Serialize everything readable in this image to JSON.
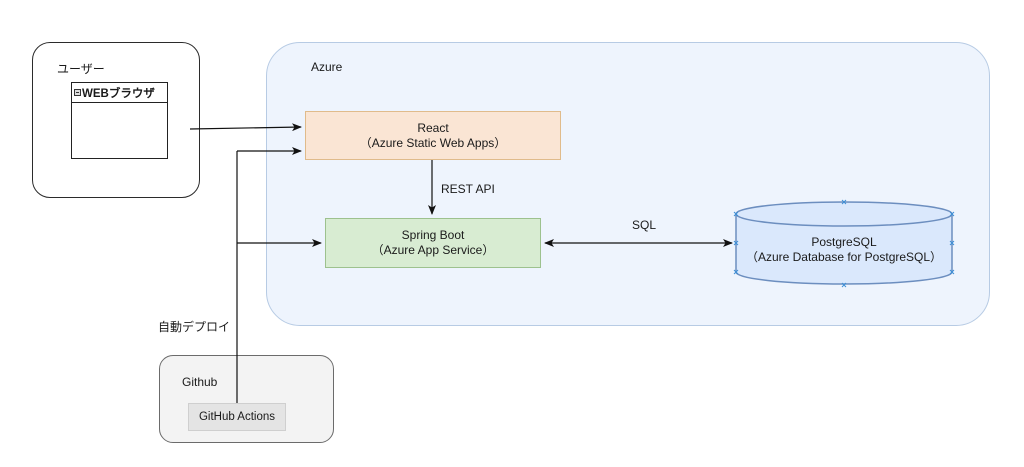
{
  "regions": {
    "user": {
      "label": "ユーザー"
    },
    "azure": {
      "label": "Azure"
    },
    "github": {
      "label": "Github"
    }
  },
  "browser": {
    "title": "WEBブラウザ",
    "icon": "minimize-icon"
  },
  "nodes": {
    "react": {
      "line1": "React",
      "line2": "（Azure Static Web Apps）"
    },
    "spring": {
      "line1": "Spring Boot",
      "line2": "（Azure App Service）"
    },
    "postgres": {
      "line1": "PostgreSQL",
      "line2": "（Azure Database for PostgreSQL）"
    },
    "github_actions": {
      "label": "GitHub Actions"
    }
  },
  "edges": {
    "rest_api": "REST API",
    "sql": "SQL",
    "auto_deploy": "自動デプロイ"
  },
  "colors": {
    "azure_fill": "#eef4fd",
    "azure_stroke": "#b7cbe4",
    "react_fill": "#fae5d4",
    "react_stroke": "#e0bb8b",
    "spring_fill": "#d8ecd2",
    "spring_stroke": "#9dc18e",
    "db_fill": "#dae8fc",
    "db_stroke": "#6c8ebf",
    "github_fill": "#f3f3f3"
  }
}
